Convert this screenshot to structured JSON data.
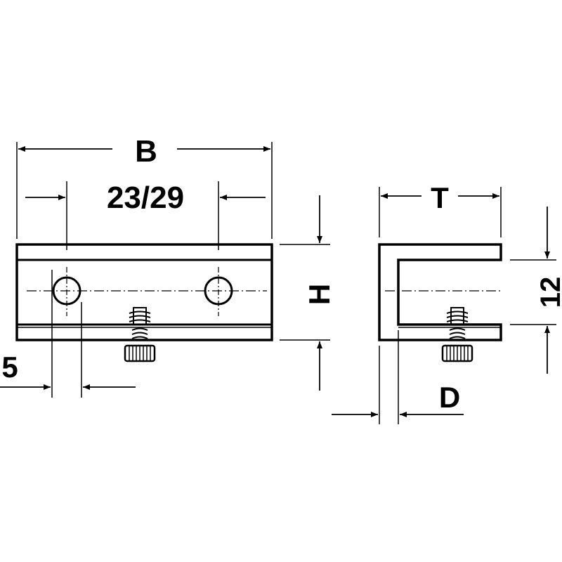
{
  "labels": {
    "width": "B",
    "hole_spacing": "23/29",
    "height": "H",
    "depth": "T",
    "thickness": "D",
    "inner_height": "12",
    "edge_offset": "5"
  },
  "colors": {
    "line": "#000000",
    "background": "#ffffff"
  }
}
